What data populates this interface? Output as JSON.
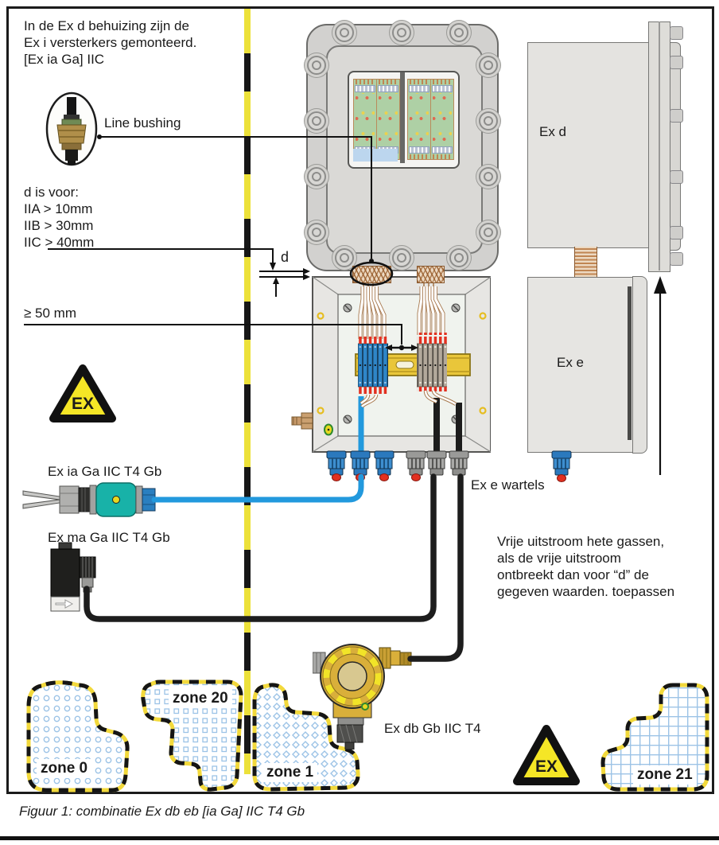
{
  "notes": {
    "housing_note": "In de Ex d behuizing zijn de\nEx i versterkers gemonteerd.\n[Ex ia Ga] IIC",
    "line_bushing": "Line bushing",
    "gap_spec": "d is voor:\nIIA > 10mm\nIIB > 30mm\nIIC > 40mm",
    "gap_dim": "d",
    "min_distance": "≥ 50 mm",
    "free_flow_note": "Vrije uitstroom hete gassen,\nals de vrije uitstroom\nontbreekt dan voor “d” de\ngegeven waarden. toepassen",
    "glands_label": "Ex e wartels"
  },
  "equipment": {
    "ex_d_housing": "Ex d",
    "ex_e_housing": "Ex e",
    "sensor": "Ex ia Ga IIC T4 Gb",
    "valve": "Ex ma Ga IIC T4 Gb",
    "transmitter": "Ex db Gb IIC T4"
  },
  "warning_sign": "EX",
  "zones": {
    "zone0": "zone 0",
    "zone20": "zone 20",
    "zone1": "zone 1",
    "zone21": "zone 21"
  },
  "caption": "Figuur 1: combinatie Ex db eb [ia Ga] IIC T4 Gb",
  "colors": {
    "boundary_yellow": "#ece13a",
    "ex_sign_yellow": "#f5e626",
    "cable_blue": "#2299dd",
    "sensor_teal": "#18b2a8",
    "device_gold": "#d9af3a",
    "din_rail_yellow": "#e9c63a",
    "terminal_blue": "#2f86c8",
    "terminal_gray": "#b3a99b",
    "zone_pattern_blue": "#9cc3e6",
    "copper": "#c08552"
  }
}
